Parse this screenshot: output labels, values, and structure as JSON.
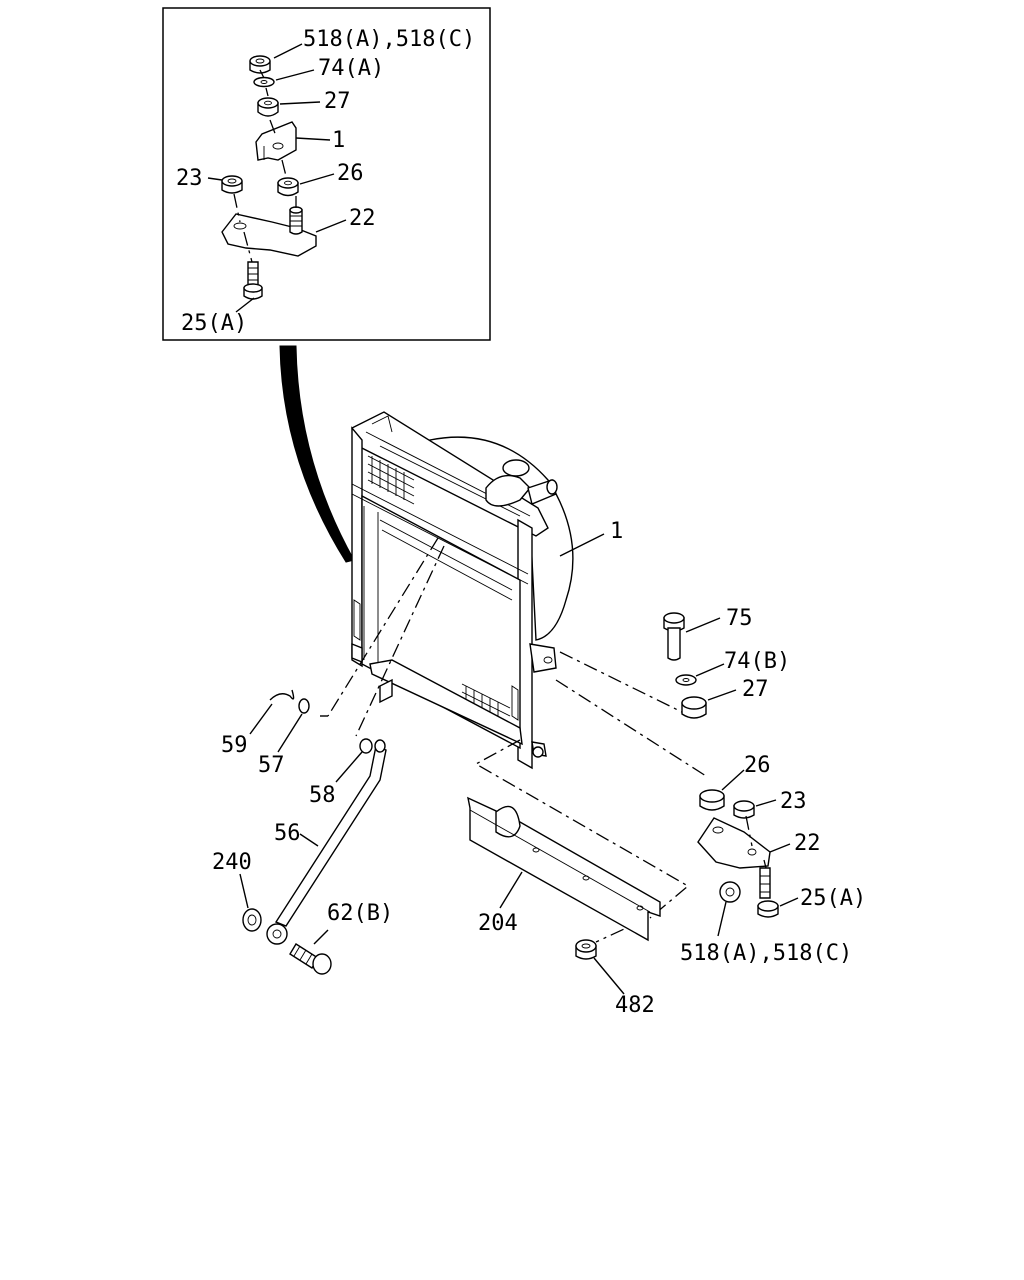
{
  "labels": {
    "inset_518": "518(A),518(C)",
    "inset_74a": "74(A)",
    "inset_27": "27",
    "inset_1": "1",
    "inset_23": "23",
    "inset_26": "26",
    "inset_22": "22",
    "inset_25a": "25(A)",
    "main_1": "1",
    "main_75": "75",
    "main_74b": "74(B)",
    "main_27": "27",
    "main_26": "26",
    "main_23": "23",
    "main_22": "22",
    "main_25a": "25(A)",
    "main_518": "518(A),518(C)",
    "main_482": "482",
    "main_204": "204",
    "main_59": "59",
    "main_57": "57",
    "main_58": "58",
    "main_56": "56",
    "main_240": "240",
    "main_62b": "62(B)"
  },
  "colors": {
    "line": "#000000",
    "background": "#ffffff"
  }
}
